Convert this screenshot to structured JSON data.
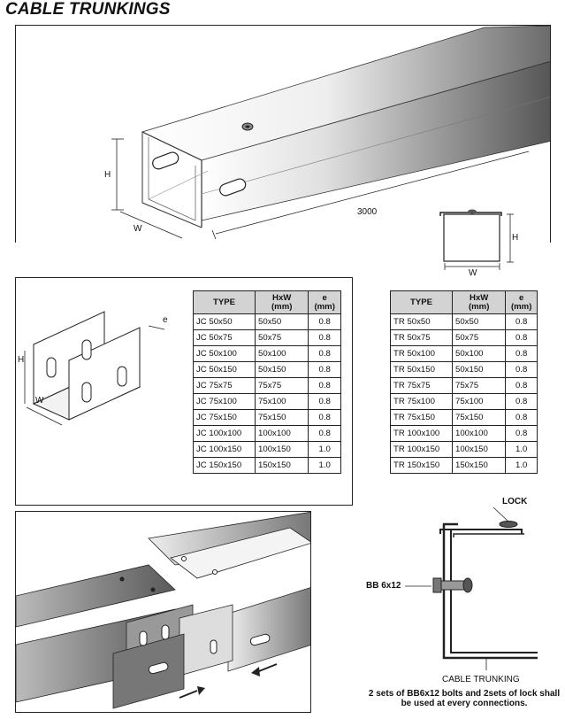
{
  "page": {
    "title": "CABLE TRUNKINGS"
  },
  "top_drawing": {
    "dim_height": "H",
    "dim_width": "W",
    "dim_length": "3000"
  },
  "cross_section": {
    "dim_height": "H",
    "dim_width": "W"
  },
  "joint_drawing": {
    "dim_height": "H",
    "dim_width": "W",
    "dim_thickness": "e"
  },
  "table_jc": {
    "headers": [
      "TYPE",
      "HxW\n(mm)",
      "e\n(mm)"
    ],
    "rows": [
      [
        "JC 50x50",
        "50x50",
        "0.8"
      ],
      [
        "JC 50x75",
        "50x75",
        "0.8"
      ],
      [
        "JC 50x100",
        "50x100",
        "0.8"
      ],
      [
        "JC 50x150",
        "50x150",
        "0.8"
      ],
      [
        "JC 75x75",
        "75x75",
        "0.8"
      ],
      [
        "JC 75x100",
        "75x100",
        "0.8"
      ],
      [
        "JC 75x150",
        "75x150",
        "0.8"
      ],
      [
        "JC 100x100",
        "100x100",
        "0.8"
      ],
      [
        "JC 100x150",
        "100x150",
        "1.0"
      ],
      [
        "JC 150x150",
        "150x150",
        "1.0"
      ]
    ]
  },
  "table_tr": {
    "headers": [
      "TYPE",
      "HxW\n(mm)",
      "e\n(mm)"
    ],
    "rows": [
      [
        "TR 50x50",
        "50x50",
        "0.8"
      ],
      [
        "TR 50x75",
        "50x75",
        "0.8"
      ],
      [
        "TR 50x100",
        "50x100",
        "0.8"
      ],
      [
        "TR 50x150",
        "50x150",
        "0.8"
      ],
      [
        "TR 75x75",
        "75x75",
        "0.8"
      ],
      [
        "TR 75x100",
        "75x100",
        "0.8"
      ],
      [
        "TR 75x150",
        "75x150",
        "0.8"
      ],
      [
        "TR 100x100",
        "100x100",
        "0.8"
      ],
      [
        "TR 100x150",
        "100x150",
        "1.0"
      ],
      [
        "TR 150x150",
        "150x150",
        "1.0"
      ]
    ]
  },
  "detail": {
    "lock_label": "LOCK",
    "bolt_label": "BB 6x12",
    "trunking_label": "CABLE TRUNKING",
    "note": "2 sets of BB6x12 bolts and 2sets of lock shall be used at every connections."
  }
}
